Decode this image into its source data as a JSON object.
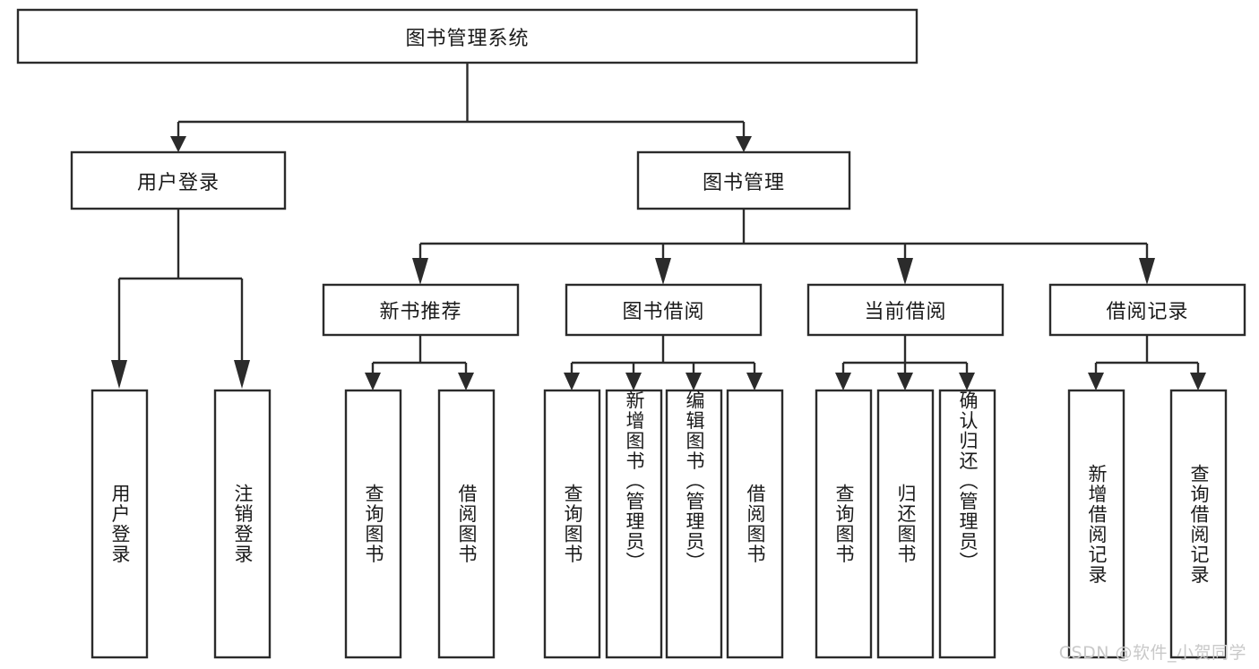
{
  "diagram": {
    "type": "hierarchy-tree",
    "title": "图书管理系统",
    "root": {
      "id": "root",
      "label": "图书管理系统"
    },
    "level2": [
      {
        "id": "user-login",
        "label": "用户登录"
      },
      {
        "id": "book-management",
        "label": "图书管理"
      }
    ],
    "level3": [
      {
        "id": "new-book-recommend",
        "label": "新书推荐",
        "parent": "book-management"
      },
      {
        "id": "book-borrow",
        "label": "图书借阅",
        "parent": "book-management"
      },
      {
        "id": "current-borrow",
        "label": "当前借阅",
        "parent": "book-management"
      },
      {
        "id": "borrow-record",
        "label": "借阅记录",
        "parent": "book-management"
      }
    ],
    "leaves": [
      {
        "id": "leaf-user-login",
        "label": "用户登录",
        "parent": "user-login"
      },
      {
        "id": "leaf-user-logout",
        "label": "注销登录",
        "parent": "user-login"
      },
      {
        "id": "leaf-query-book-1",
        "label": "查询图书",
        "parent": "new-book-recommend"
      },
      {
        "id": "leaf-borrow-book-1",
        "label": "借阅图书",
        "parent": "new-book-recommend"
      },
      {
        "id": "leaf-query-book-2",
        "label": "查询图书",
        "parent": "book-borrow"
      },
      {
        "id": "leaf-add-book",
        "label": "新增图书（管理员）",
        "parent": "book-borrow"
      },
      {
        "id": "leaf-edit-book",
        "label": "编辑图书（管理员）",
        "parent": "book-borrow"
      },
      {
        "id": "leaf-borrow-book-2",
        "label": "借阅图书",
        "parent": "book-borrow"
      },
      {
        "id": "leaf-query-book-3",
        "label": "查询图书",
        "parent": "current-borrow"
      },
      {
        "id": "leaf-return-book",
        "label": "归还图书",
        "parent": "current-borrow"
      },
      {
        "id": "leaf-confirm-return",
        "label": "确认归还（管理员）",
        "parent": "current-borrow"
      },
      {
        "id": "leaf-add-record",
        "label": "新增借阅记录",
        "parent": "borrow-record"
      },
      {
        "id": "leaf-query-record",
        "label": "查询借阅记录",
        "parent": "borrow-record"
      }
    ],
    "colors": {
      "stroke": "#2b2b2b",
      "fill": "#ffffff",
      "text": "#1a1a1a",
      "watermark": "#c9c9c9",
      "background": "#ffffff"
    }
  },
  "watermark": {
    "text": "CSDN @软件_小贺同学"
  }
}
